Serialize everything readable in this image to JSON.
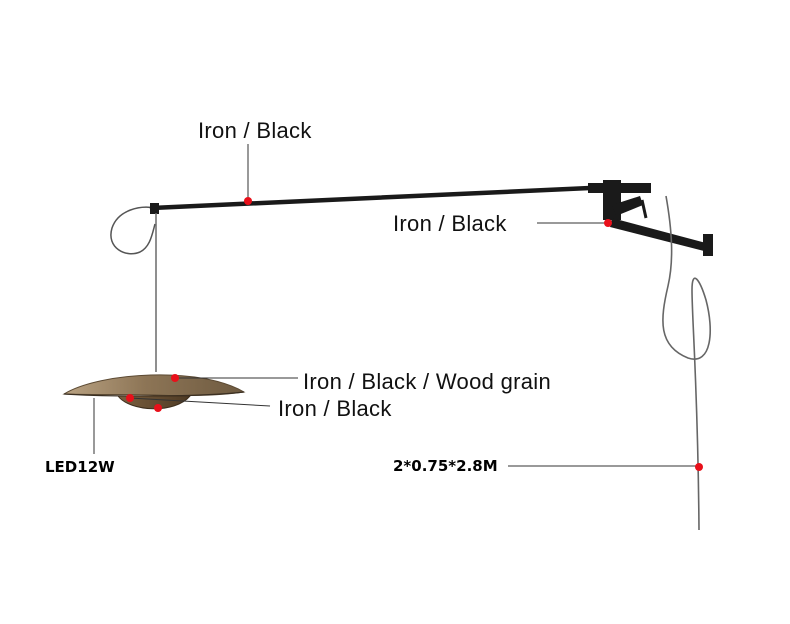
{
  "labels": {
    "arm_material": "Iron / Black",
    "bracket_material": "Iron / Black",
    "shade_material": "Iron / Black / Wood grain",
    "inner_shade_material": "Iron / Black",
    "light_source": "LED12W",
    "cable_spec": "2*0.75*2.8M"
  },
  "colors": {
    "marker": "#e8101a",
    "metal": "#1a1a1a",
    "cable": "#555555",
    "wood": "#9c8566",
    "wood_dark": "#6b5439",
    "leader": "#333333"
  }
}
